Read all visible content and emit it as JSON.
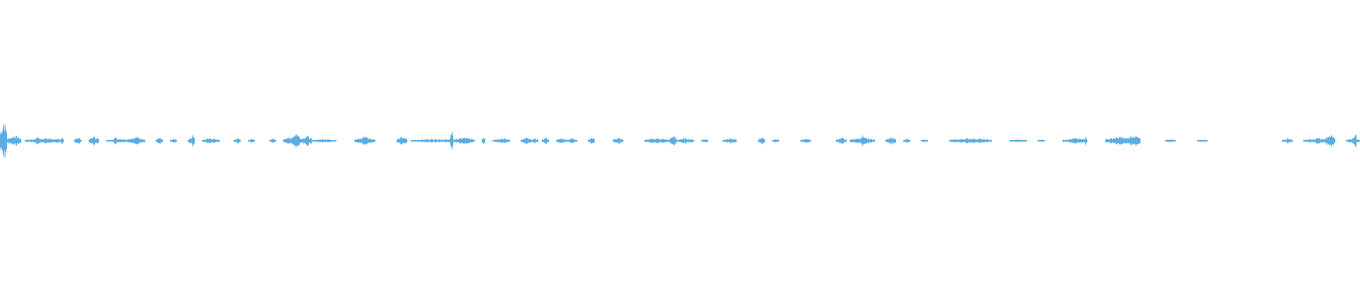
{
  "chart_data": {
    "type": "waveform",
    "title": "",
    "xlabel": "",
    "ylabel": "",
    "bins": 384,
    "ylim": [
      -1,
      1
    ],
    "color": "#5dade2",
    "background": "#ffffff",
    "bursts": [
      [
        0,
        2,
        0.16
      ],
      [
        2,
        6,
        0.04
      ],
      [
        7,
        18,
        0.02
      ],
      [
        10,
        11,
        0.035
      ],
      [
        17,
        18,
        0.03
      ],
      [
        21,
        23,
        0.025
      ],
      [
        25,
        28,
        0.03
      ],
      [
        26,
        27,
        0.05
      ],
      [
        30,
        40,
        0.015
      ],
      [
        32,
        33,
        0.03
      ],
      [
        36,
        41,
        0.025
      ],
      [
        38,
        39,
        0.045
      ],
      [
        44,
        46,
        0.025
      ],
      [
        48,
        50,
        0.018
      ],
      [
        53,
        55,
        0.025
      ],
      [
        54,
        55,
        0.05
      ],
      [
        57,
        62,
        0.02
      ],
      [
        66,
        68,
        0.02
      ],
      [
        70,
        72,
        0.015
      ],
      [
        76,
        78,
        0.015
      ],
      [
        80,
        82,
        0.03
      ],
      [
        82,
        85,
        0.06
      ],
      [
        85,
        88,
        0.04
      ],
      [
        88,
        95,
        0.015
      ],
      [
        100,
        106,
        0.025
      ],
      [
        102,
        104,
        0.045
      ],
      [
        112,
        115,
        0.03
      ],
      [
        116,
        129,
        0.015
      ],
      [
        127,
        128,
        0.08
      ],
      [
        128,
        134,
        0.025
      ],
      [
        136,
        137,
        0.035
      ],
      [
        139,
        144,
        0.02
      ],
      [
        147,
        150,
        0.025
      ],
      [
        150,
        152,
        0.018
      ],
      [
        153,
        155,
        0.025
      ],
      [
        157,
        160,
        0.02
      ],
      [
        160,
        163,
        0.02
      ],
      [
        166,
        168,
        0.025
      ],
      [
        173,
        176,
        0.025
      ],
      [
        182,
        189,
        0.02
      ],
      [
        189,
        191,
        0.04
      ],
      [
        191,
        196,
        0.02
      ],
      [
        198,
        200,
        0.015
      ],
      [
        204,
        208,
        0.02
      ],
      [
        214,
        216,
        0.025
      ],
      [
        218,
        220,
        0.015
      ],
      [
        226,
        229,
        0.018
      ],
      [
        236,
        239,
        0.025
      ],
      [
        240,
        247,
        0.025
      ],
      [
        243,
        244,
        0.045
      ],
      [
        250,
        253,
        0.03
      ],
      [
        255,
        257,
        0.015
      ],
      [
        260,
        262,
        0.012
      ],
      [
        268,
        280,
        0.02
      ],
      [
        276,
        277,
        0.02
      ],
      [
        285,
        290,
        0.01
      ],
      [
        293,
        295,
        0.01
      ],
      [
        300,
        307,
        0.02
      ],
      [
        306,
        307,
        0.035
      ],
      [
        312,
        320,
        0.03
      ],
      [
        318,
        322,
        0.045
      ],
      [
        329,
        332,
        0.012
      ],
      [
        338,
        341,
        0.01
      ],
      [
        362,
        365,
        0.02
      ],
      [
        368,
        376,
        0.02
      ],
      [
        374,
        377,
        0.05
      ],
      [
        380,
        384,
        0.02
      ],
      [
        382,
        383,
        0.07
      ]
    ]
  }
}
